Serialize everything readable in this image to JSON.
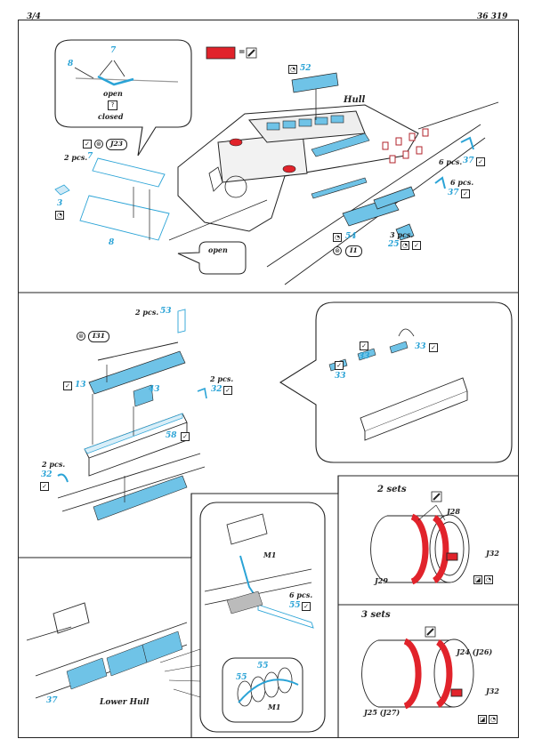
{
  "header": {
    "page": "3/4",
    "code": "36 319"
  },
  "legend": {
    "equals": "="
  },
  "hull": {
    "title": "Hull",
    "callout": {
      "n7": "7",
      "n8": "8",
      "open": "open",
      "q": "?",
      "closed": "closed"
    },
    "ref_j23": "J23",
    "qty_7": "2 pcs.",
    "p7": "7",
    "p3": "3",
    "p8": "8",
    "open_label": "open",
    "p52": "52",
    "p37a_qty": "6 pcs.",
    "p37a": "37",
    "p37b_qty": "6 pcs.",
    "p37b": "37",
    "p54": "54",
    "ref_i1": "I1",
    "p25_qty": "3 pcs.",
    "p25": "25"
  },
  "box": {
    "qty_53": "2 pcs.",
    "p53": "53",
    "ref_i31": "I31",
    "p13": "13",
    "p43": "43",
    "qty_32a": "2 pcs.",
    "p32a": "32",
    "p58": "58",
    "qty_32b": "2 pcs.",
    "p32b": "32",
    "p33a": "33",
    "p33b": "33",
    "p33c": "33"
  },
  "drums_2": {
    "title": "2 sets",
    "j28": "J28",
    "j29": "J29",
    "j32": "J32"
  },
  "drums_3": {
    "title": "3 sets",
    "j24": "J24 (J26)",
    "j25": "J25 (J27)",
    "j32": "J32"
  },
  "lower": {
    "title": "Lower Hull",
    "p37": "37",
    "m1a": "M1",
    "qty_55": "6 pcs.",
    "p55": "55",
    "p55b": "55",
    "p55c": "55",
    "m1b": "M1"
  }
}
